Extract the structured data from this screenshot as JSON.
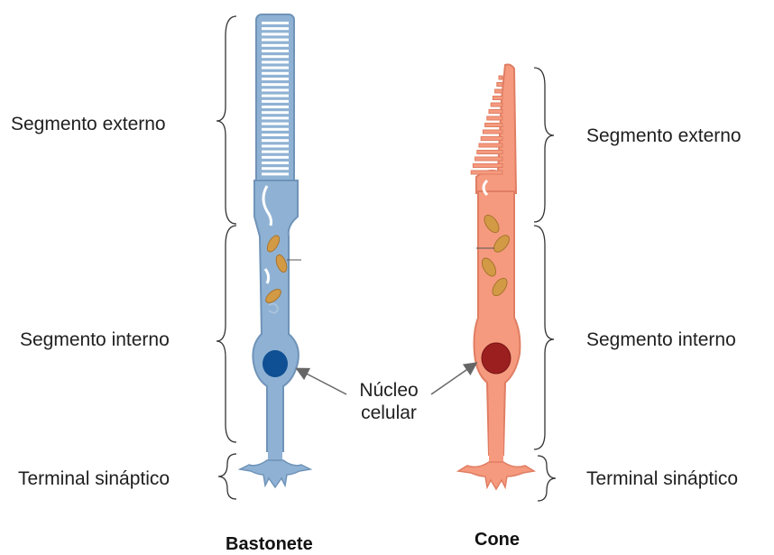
{
  "rod": {
    "label_outer": "Segmento externo",
    "label_inner": "Segmento interno",
    "label_terminal": "Terminal sináptico",
    "caption": "Bastonete",
    "colors": {
      "body": "#8fb2d4",
      "outline": "#6f93b8",
      "disc": "#ffffff",
      "nucleus": "#0f4f93",
      "mito": "#d39a45"
    }
  },
  "cone": {
    "label_outer": "Segmento externo",
    "label_inner": "Segmento interno",
    "label_terminal": "Terminal sináptico",
    "caption": "Cone",
    "colors": {
      "body": "#f59a7f",
      "outline": "#e07d62",
      "disc": "#ffffff",
      "nucleus": "#9c1f1f",
      "mito": "#d39a45"
    }
  },
  "nucleus_label": {
    "line1": "Núcleo",
    "line2": "celular"
  }
}
